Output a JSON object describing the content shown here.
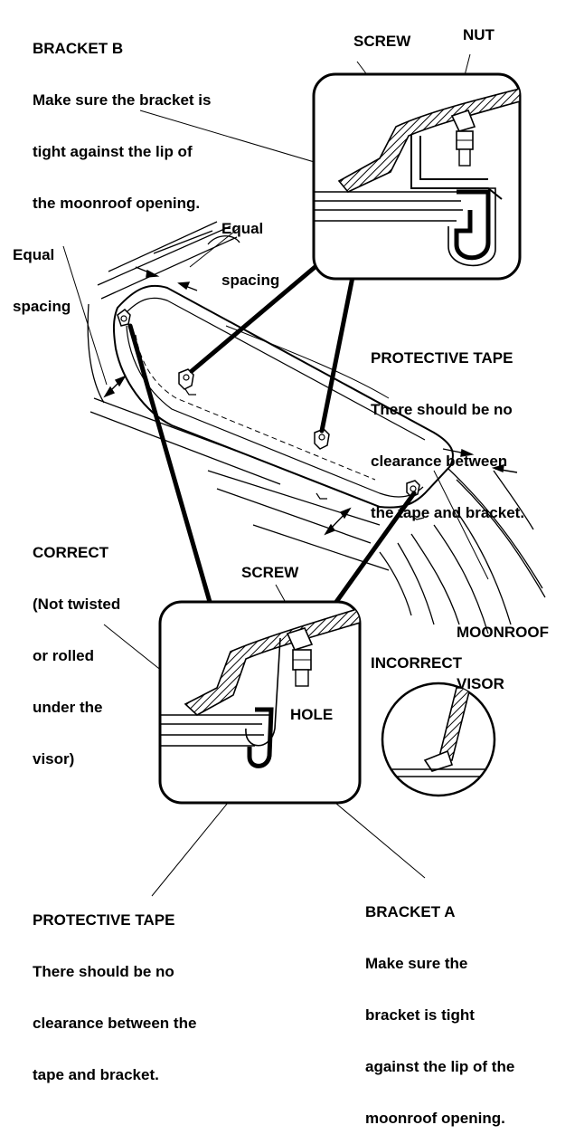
{
  "colors": {
    "ink": "#000000",
    "paper": "#ffffff",
    "hatch": "#000000"
  },
  "labels": {
    "bracket_b": {
      "title": "BRACKET B",
      "lines": [
        "Make sure the bracket is",
        "tight against the lip of",
        "the moonroof opening."
      ]
    },
    "screw_top": "SCREW",
    "nut": "NUT",
    "equal_spacing_left": [
      "Equal",
      "spacing"
    ],
    "equal_spacing_right": [
      "Equal",
      "spacing"
    ],
    "protective_tape_top": {
      "title": "PROTECTIVE TAPE",
      "lines": [
        "There should be no",
        "clearance between",
        "the tape and bracket."
      ]
    },
    "correct": [
      "CORRECT",
      "(Not twisted",
      "or rolled",
      "under the",
      "visor)"
    ],
    "screw_bottom": "SCREW",
    "moonroof_visor": [
      "MOONROOF",
      "VISOR"
    ],
    "incorrect": "INCORRECT",
    "hole": "HOLE",
    "protective_tape_bottom": {
      "title": "PROTECTIVE TAPE",
      "lines": [
        "There should be no",
        "clearance between the",
        "tape and bracket."
      ]
    },
    "bracket_a": {
      "title": "BRACKET A",
      "lines": [
        "Make sure the",
        "bracket is tight",
        "against the lip of the",
        "moonroof opening."
      ]
    }
  }
}
